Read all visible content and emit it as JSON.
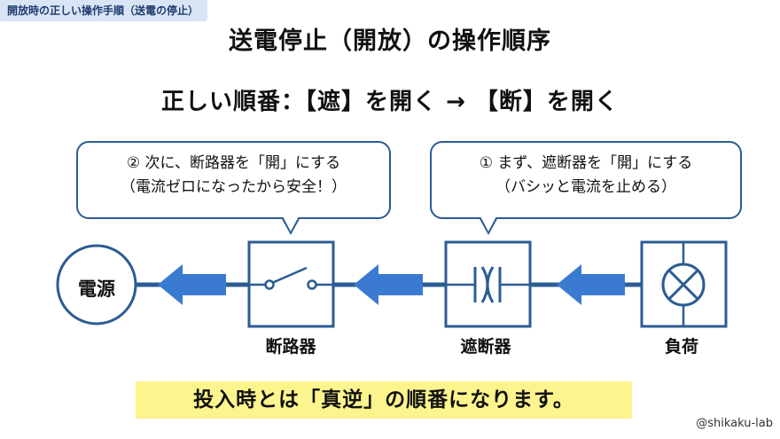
{
  "header_tag": "開放時の正しい操作手順（送電の停止）",
  "title": "送電停止（開放）の操作順序",
  "rule": "正しい順番：【遮】を開く → 【断】を開く",
  "bubbles": {
    "breaker": {
      "line1": "② 次に、断路器を「開」にする",
      "line2": "（電流ゼロになったから安全！）"
    },
    "circuit_breaker": {
      "line1": "① まず、遮断器を「開」にする",
      "line2": "（バシッと電流を止める）"
    }
  },
  "components": {
    "source": "電源",
    "disconnector": "断路器",
    "circuit_breaker": "遮断器",
    "load": "負荷"
  },
  "note": "投入時とは「真逆」の順番になります。",
  "credit": "@shikaku-lab",
  "colors": {
    "line": "#2b5c94",
    "arrow": "#3a7ad0",
    "highlight": "#fcf48d",
    "tag_bg": "#d9e4f5"
  }
}
